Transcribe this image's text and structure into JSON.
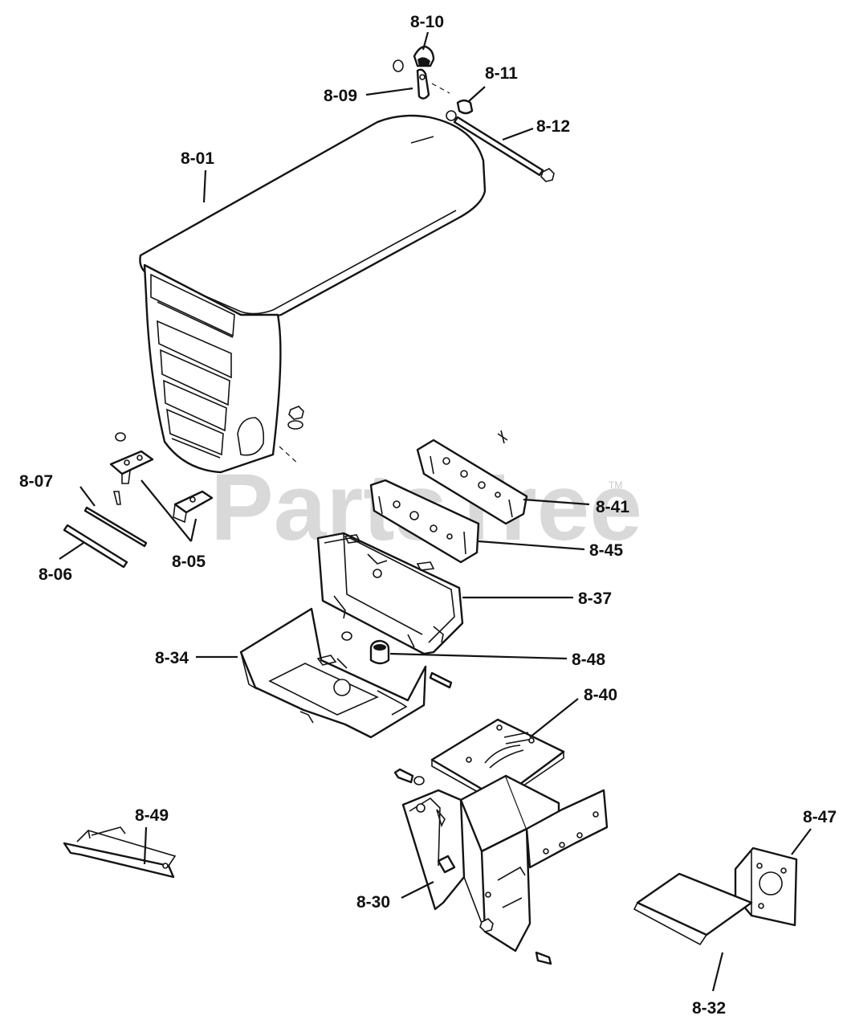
{
  "watermark": {
    "text": "PartsTree",
    "trademark": "TM"
  },
  "callouts": [
    {
      "id": "8-01",
      "text": "8-01"
    },
    {
      "id": "8-05",
      "text": "8-05"
    },
    {
      "id": "8-06",
      "text": "8-06"
    },
    {
      "id": "8-07",
      "text": "8-07"
    },
    {
      "id": "8-09",
      "text": "8-09"
    },
    {
      "id": "8-10",
      "text": "8-10"
    },
    {
      "id": "8-11",
      "text": "8-11"
    },
    {
      "id": "8-12",
      "text": "8-12"
    },
    {
      "id": "8-30",
      "text": "8-30"
    },
    {
      "id": "8-32",
      "text": "8-32"
    },
    {
      "id": "8-34",
      "text": "8-34"
    },
    {
      "id": "8-37",
      "text": "8-37"
    },
    {
      "id": "8-40",
      "text": "8-40"
    },
    {
      "id": "8-41",
      "text": "8-41"
    },
    {
      "id": "8-45",
      "text": "8-45"
    },
    {
      "id": "8-47",
      "text": "8-47"
    },
    {
      "id": "8-48",
      "text": "8-48"
    },
    {
      "id": "8-49",
      "text": "8-49"
    }
  ]
}
